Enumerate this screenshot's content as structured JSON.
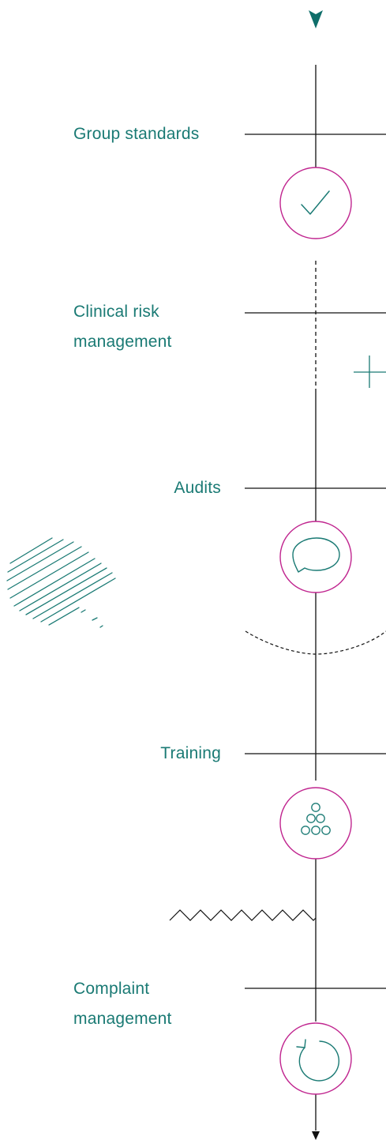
{
  "stages": [
    {
      "lines": [
        "Group standards"
      ],
      "icon": "checkmark-icon"
    },
    {
      "lines": [
        "Clinical risk",
        "management"
      ],
      "icon": null
    },
    {
      "lines": [
        "Audits"
      ],
      "icon": "speech-bubble-icon"
    },
    {
      "lines": [
        "Training"
      ],
      "icon": "people-pyramid-icon"
    },
    {
      "lines": [
        "Complaint",
        "management"
      ],
      "icon": "refresh-cycle-icon"
    }
  ],
  "colors": {
    "text_accent": "#1a7a74",
    "icon_stroke": "#1a7a74",
    "circle_stroke": "#c0258f",
    "line": "#111111",
    "arrow_top": "#0f6e6a"
  },
  "decorations": [
    "top-arrow-head",
    "plus-sign",
    "hatched-lines",
    "dashed-arc",
    "zigzag-line",
    "bottom-arrow"
  ]
}
